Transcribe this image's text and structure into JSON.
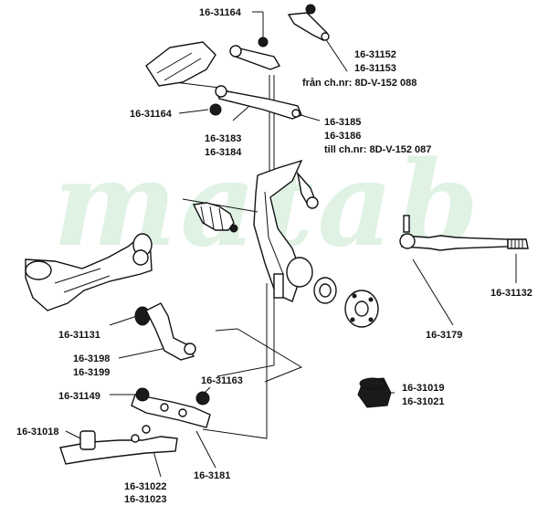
{
  "watermark": "matab",
  "labels": {
    "l31164_top": "16-31164",
    "l31152": "16-31152",
    "l31153": "16-31153",
    "fran_ch": "från ch.nr: 8D-V-152 088",
    "l31164_mid": "16-31164",
    "l3185": "16-3185",
    "l3186": "16-3186",
    "till_ch": "till ch.nr: 8D-V-152 087",
    "l3183": "16-3183",
    "l3184": "16-3184",
    "l31132": "16-31132",
    "l31131": "16-31131",
    "l3179": "16-3179",
    "l3198": "16-3198",
    "l3199": "16-3199",
    "l31163": "16-31163",
    "l31149": "16-31149",
    "l31019": "16-31019",
    "l31021": "16-31021",
    "l31018": "16-31018",
    "l3181": "16-3181",
    "l31022": "16-31022",
    "l31023": "16-31023"
  },
  "colors": {
    "watermark": "#dff2e4",
    "ink": "#111111"
  }
}
